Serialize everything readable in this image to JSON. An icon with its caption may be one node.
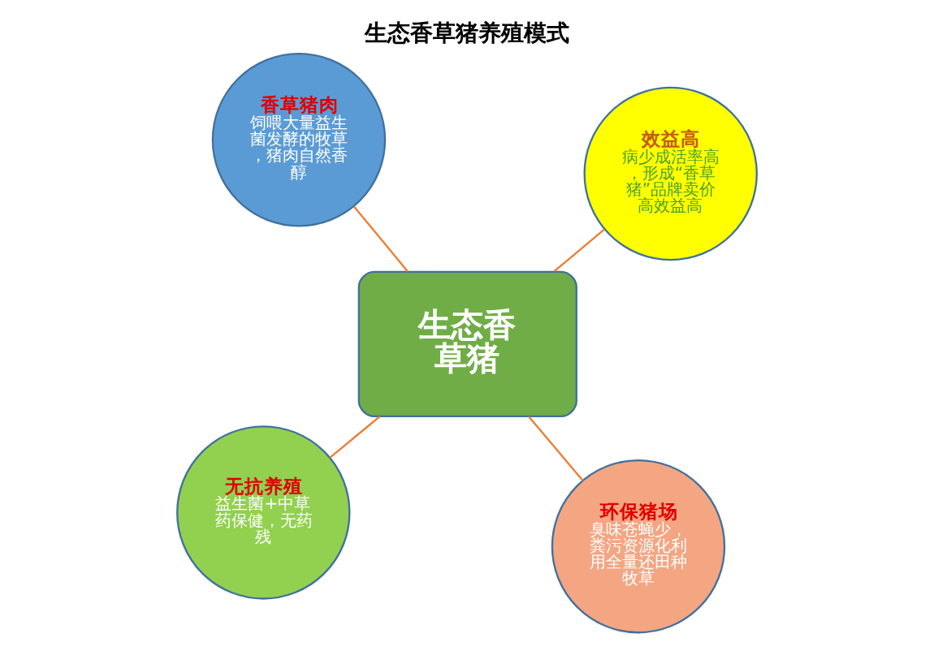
{
  "diagram": {
    "title": "生态香草猪养殖模式",
    "nodes": [
      {
        "text": [
          "无抗养殖",
          "益生菌+中草药保健，无药残"
        ]
      },
      {
        "text": [
          "环保猪场",
          "臭味苍蝇少，粪污资源化利用全量还田种牧草"
        ]
      },
      {
        "text": [
          "生态香草猪"
        ]
      },
      {
        "text": [
          "香草猪肉",
          "饲喂大量益生菌发酵的牧草，猪肉自然香醇"
        ]
      },
      {
        "text": [
          "效益高",
          "病少成活率高，形成“香草猪”品牌卖价高效益高"
        ]
      }
    ],
    "edges": [
      {
        "from": 2,
        "to": 0,
        "arrow": "none"
      },
      {
        "from": 2,
        "to": 1,
        "arrow": "none"
      },
      {
        "from": 2,
        "to": 3,
        "arrow": "none"
      },
      {
        "from": 2,
        "to": 4,
        "arrow": "none"
      }
    ]
  }
}
